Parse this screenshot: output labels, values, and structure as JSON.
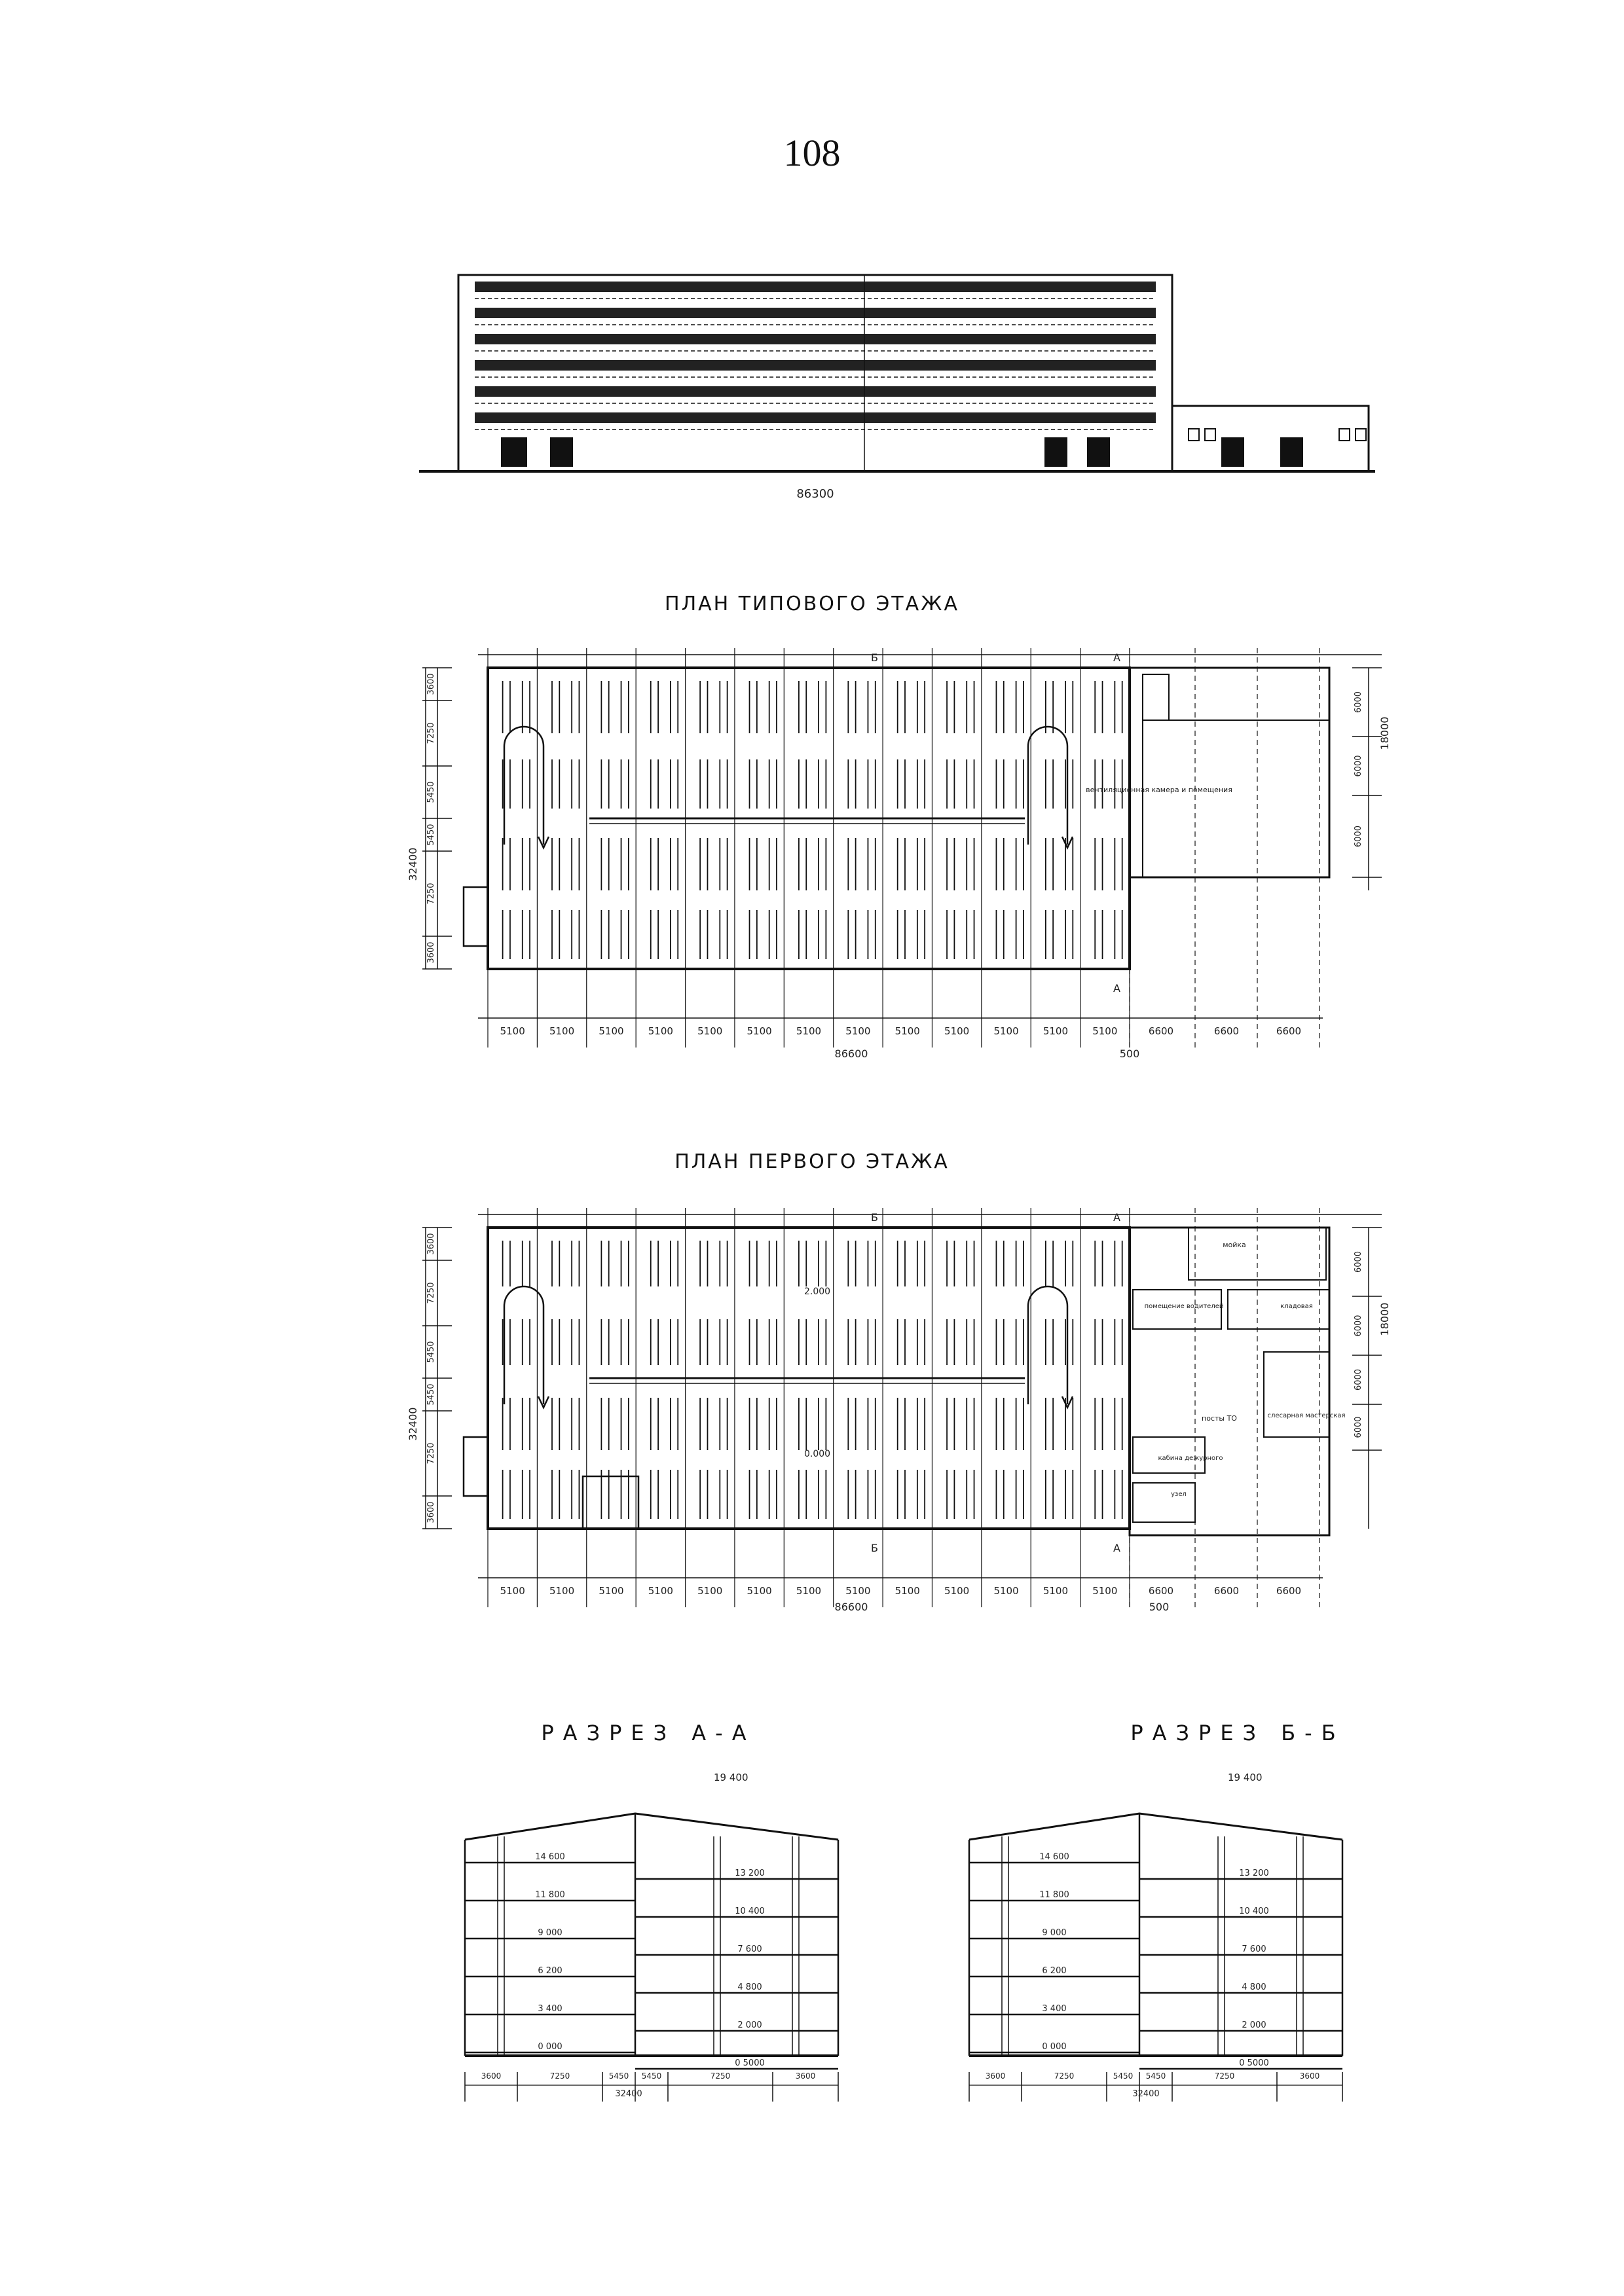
{
  "page": {
    "number": "108"
  },
  "facade": {
    "total_dim": "86300"
  },
  "typical_floor": {
    "title": "ПЛАН ТИПОВОГО ЭТАЖА",
    "bottom_dims": [
      "5100",
      "5100",
      "5100",
      "5100",
      "5100",
      "5100",
      "5100",
      "5100",
      "5100",
      "5100",
      "5100",
      "5100",
      "5100",
      "6600",
      "6600",
      "6600"
    ],
    "total": "86600",
    "offset": "500",
    "left_total": "32400",
    "left_dims": [
      "3600",
      "7250",
      "5450",
      "5450",
      "7250",
      "3600"
    ],
    "right_total": "18000",
    "right_dims": [
      "6000",
      "6000",
      "6000"
    ],
    "annex_label": "вентиляционная камера и помещения",
    "cut_a": "А",
    "cut_b": "Б"
  },
  "first_floor": {
    "title": "ПЛАН ПЕРВОГО ЭТАЖА",
    "bottom_dims": [
      "5100",
      "5100",
      "5100",
      "5100",
      "5100",
      "5100",
      "5100",
      "5100",
      "5100",
      "5100",
      "5100",
      "5100",
      "5100",
      "6600",
      "6600",
      "6600"
    ],
    "total": "86600",
    "offset": "500",
    "left_total": "32400",
    "left_dims": [
      "3600",
      "7250",
      "5450",
      "5450",
      "7250",
      "3600"
    ],
    "right_total": "18000",
    "right_dims": [
      "6000",
      "6000",
      "6000",
      "6000"
    ],
    "rooms": [
      "мойка",
      "помещение водителей",
      "кладовая",
      "посты ТО",
      "слесарная мастерская",
      "кабина дежурного",
      "узел"
    ],
    "ramp_levels": [
      "2.000",
      "0.000"
    ],
    "cut_a": "А",
    "cut_b": "Б"
  },
  "section_aa": {
    "title": "РАЗРЕЗ А-А",
    "top": "19 400",
    "left_levels": [
      "14 600",
      "11 800",
      "9 000",
      "6 200",
      "3 400",
      "0 000"
    ],
    "right_levels": [
      "13 200",
      "10 400",
      "7 600",
      "4 800",
      "2 000",
      "0 5000"
    ],
    "dims": [
      "3600",
      "7250",
      "5450",
      "5450",
      "7250",
      "3600"
    ],
    "total": "32400"
  },
  "section_bb": {
    "title": "РАЗРЕЗ Б-Б",
    "top": "19 400",
    "left_levels": [
      "14 600",
      "11 800",
      "9 000",
      "6 200",
      "3 400",
      "0 000"
    ],
    "right_levels": [
      "13 200",
      "10 400",
      "7 600",
      "4 800",
      "2 000",
      "0 5000"
    ],
    "dims": [
      "3600",
      "7250",
      "5450",
      "5450",
      "7250",
      "3600"
    ],
    "total": "32400"
  }
}
